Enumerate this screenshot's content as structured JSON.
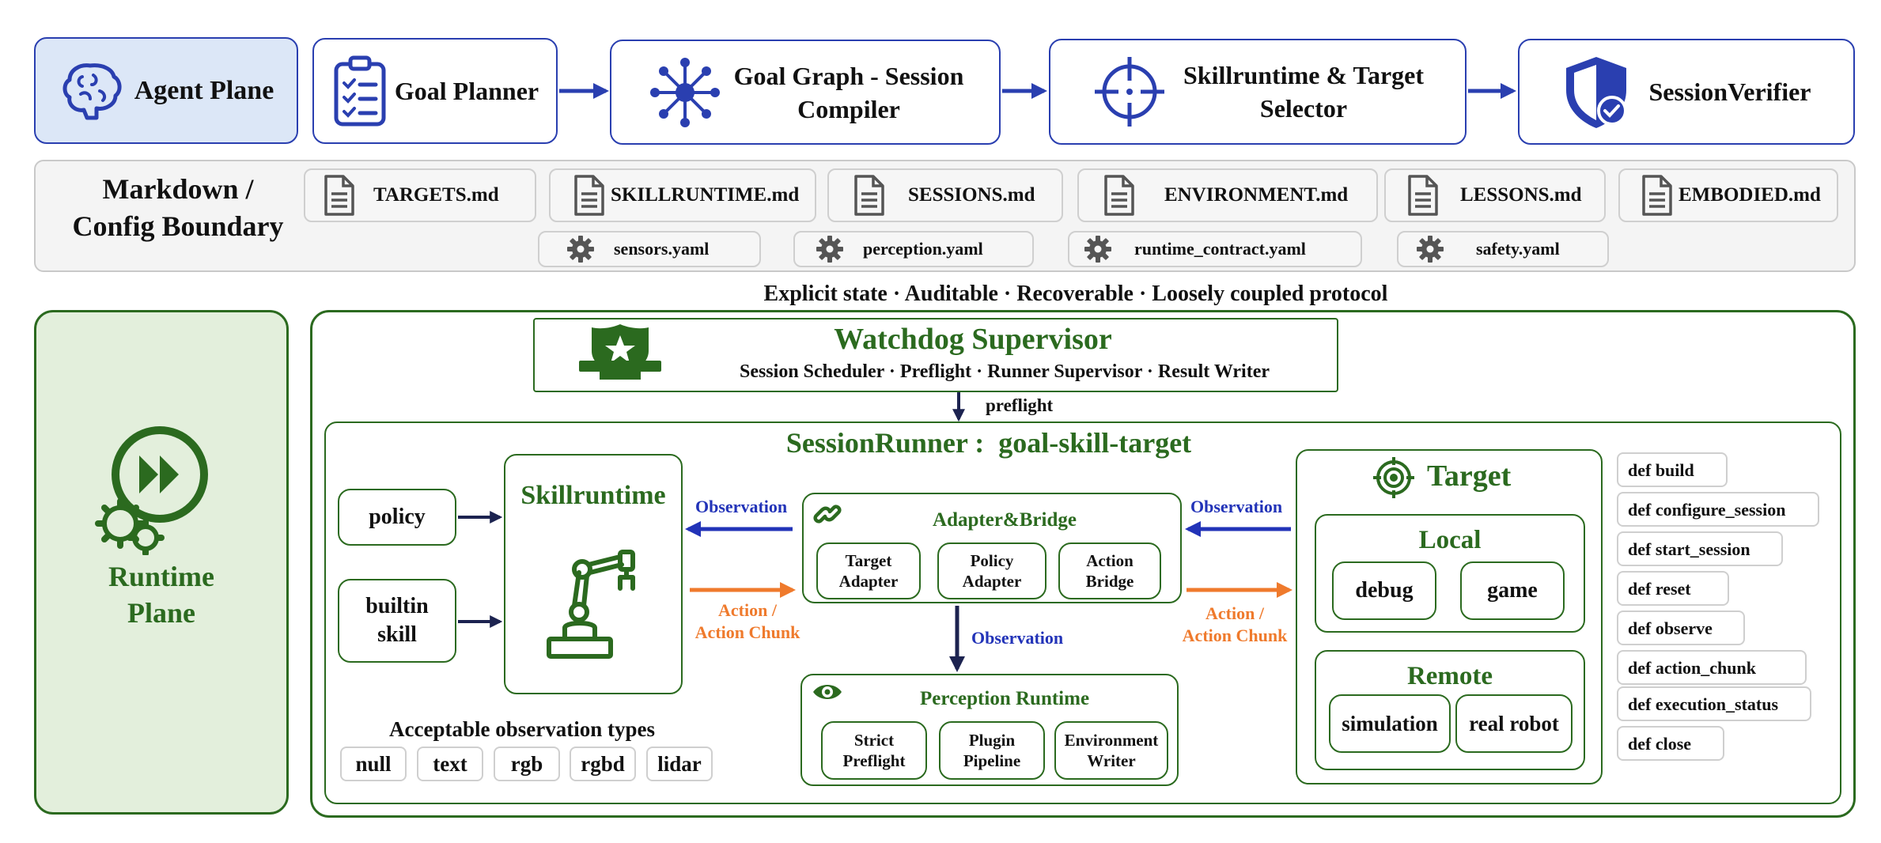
{
  "top": {
    "agent_plane": "Agent Plane",
    "goal_planner": "Goal Planner",
    "goal_graph_line1": "Goal Graph - Session",
    "goal_graph_line2": "Compiler",
    "skillruntime_line1": "Skillruntime & Target",
    "skillruntime_line2": "Selector",
    "session_verifier": "SessionVerifier"
  },
  "boundary": {
    "title_line1": "Markdown /",
    "title_line2": "Config Boundary",
    "md_files": [
      "TARGETS.md",
      "SKILLRUNTIME.md",
      "SESSIONS.md",
      "ENVIRONMENT.md",
      "LESSONS.md",
      "EMBODIED.md"
    ],
    "yaml_files": [
      "sensors.yaml",
      "perception.yaml",
      "runtime_contract.yaml",
      "safety.yaml"
    ],
    "tagline": "Explicit state · Auditable · Recoverable · Loosely coupled protocol"
  },
  "runtime_plane": {
    "label_line1": "Runtime",
    "label_line2": "Plane"
  },
  "watchdog": {
    "title": "Watchdog Supervisor",
    "subtitle": "Session Scheduler · Preflight · Runner Supervisor · Result Writer",
    "preflight": "preflight"
  },
  "session_runner": {
    "title": "SessionRunner :  goal-skill-target",
    "policy": "policy",
    "builtin_line1": "builtin",
    "builtin_line2": "skill",
    "skillruntime": "Skillruntime",
    "observation_left": "Observation",
    "action_left_line1": "Action /",
    "action_left_line2": "Action Chunk",
    "adapter_title": "Adapter&Bridge",
    "target_adapter_line1": "Target",
    "target_adapter_line2": "Adapter",
    "policy_adapter_line1": "Policy",
    "policy_adapter_line2": "Adapter",
    "action_bridge_line1": "Action",
    "action_bridge_line2": "Bridge",
    "observation_down": "Observation",
    "observation_right": "Observation",
    "action_right_line1": "Action /",
    "action_right_line2": "Action Chunk",
    "perception_title": "Perception Runtime",
    "strict_line1": "Strict",
    "strict_line2": "Preflight",
    "plugin_line1": "Plugin",
    "plugin_line2": "Pipeline",
    "env_line1": "Environment",
    "env_line2": "Writer",
    "obs_types_title": "Acceptable observation types",
    "obs_types": [
      "null",
      "text",
      "rgb",
      "rgbd",
      "lidar"
    ],
    "target_title": "Target",
    "local_title": "Local",
    "local_items": [
      "debug",
      "game"
    ],
    "remote_title": "Remote",
    "remote_items": [
      "simulation",
      "real robot"
    ]
  },
  "defs": [
    "def build",
    "def configure_session",
    "def start_session",
    "def reset",
    "def observe",
    "def action_chunk",
    "def execution_status",
    "def close"
  ],
  "colors": {
    "blue": "#2a3fb0",
    "green": "#2b6a1f",
    "orange": "#ef7a2c",
    "agent_plane_fill": "#dce7f7",
    "runtime_plane_fill": "#e3efdc"
  }
}
